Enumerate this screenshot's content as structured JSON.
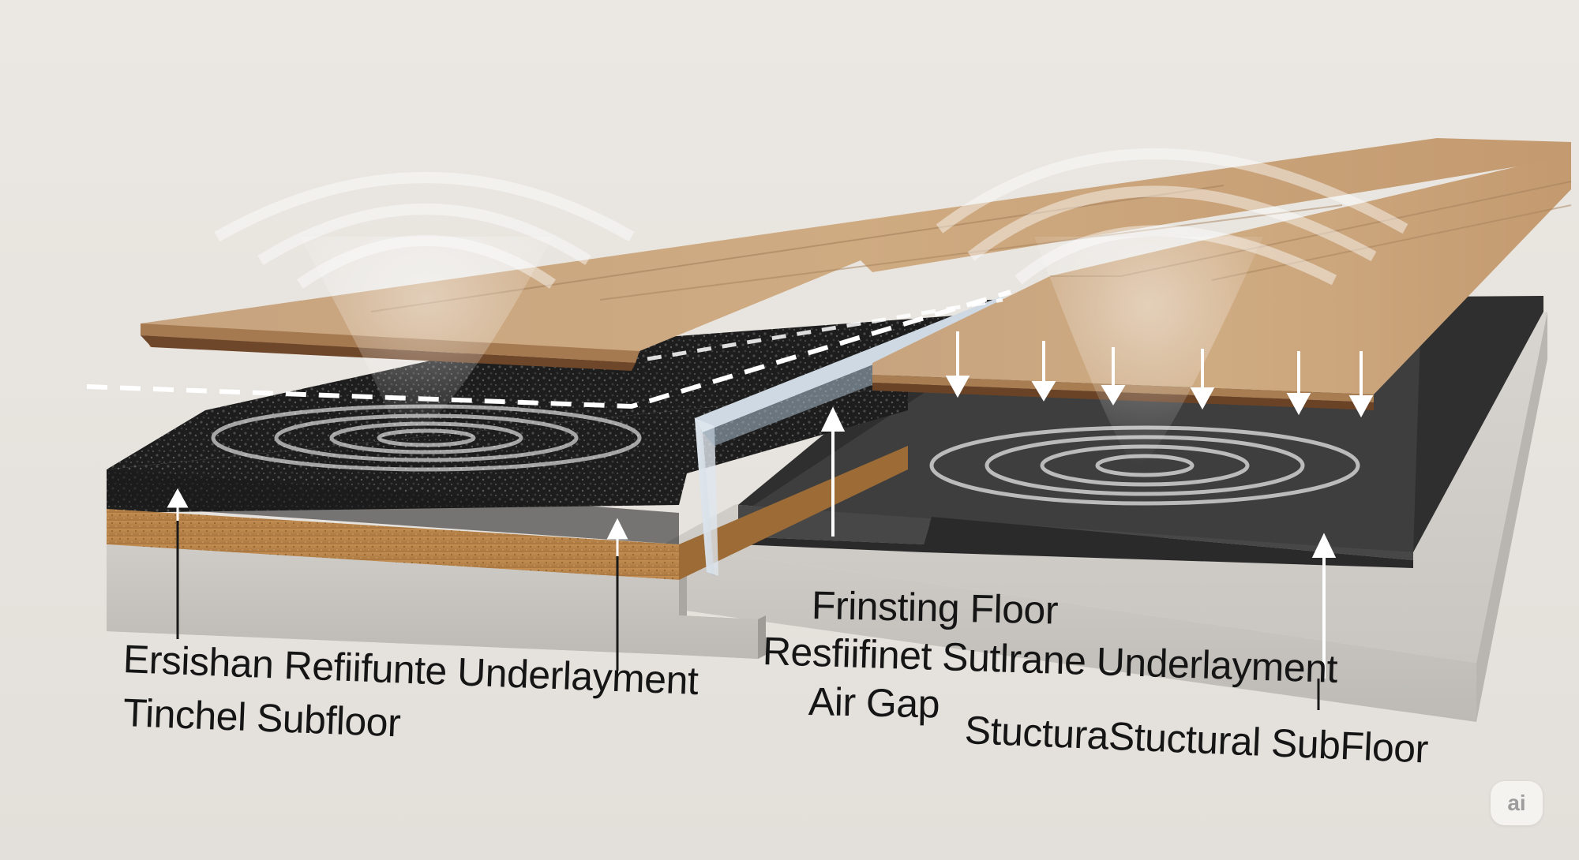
{
  "labels": {
    "left_line1": "Ersishan Refiifunte Underlayment",
    "left_line2": "Tinchel Subfloor",
    "mid_line1": "Frinsting Floor",
    "mid_line2": "Resfiifinet Sutlrane Underlayment",
    "mid_line3": "Air Gap",
    "right_line1": "StucturaStuctural SubFloor"
  },
  "badge": "ai",
  "colors": {
    "background": "#e7e3de",
    "wood_top": "#c9a27a",
    "wood_edge": "#7a4f2e",
    "rubber_underlayment": "#1c1c1c",
    "cork_layer": "#b9844b",
    "concrete": "#d3d0cb",
    "foam_underlayment": "#3d3d3d",
    "sound_waves": "#ffffff"
  },
  "icons": [
    "up-arrow-icon",
    "down-arrow-icon",
    "sound-wave-icon"
  ]
}
